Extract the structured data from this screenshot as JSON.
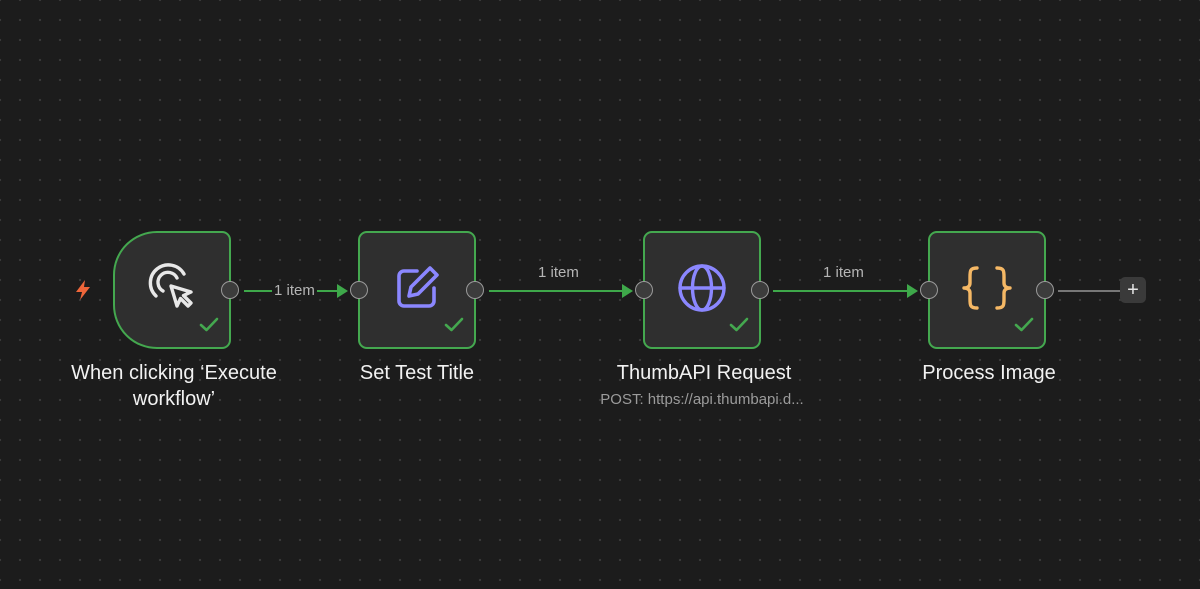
{
  "nodes": [
    {
      "id": "trigger",
      "title": "When clicking ‘Execute workflow’",
      "subtitle": "",
      "icon": "cursor-click-icon",
      "icon_color": "#e8e8e8",
      "status": "success"
    },
    {
      "id": "set",
      "title": "Set Test Title",
      "subtitle": "",
      "icon": "pencil-edit-icon",
      "icon_color": "#8b87ff",
      "status": "success"
    },
    {
      "id": "http",
      "title": "ThumbAPI Request",
      "subtitle": "POST: https://api.thumbapi.d...",
      "icon": "globe-icon",
      "icon_color": "#8b87ff",
      "status": "success"
    },
    {
      "id": "code",
      "title": "Process Image",
      "subtitle": "",
      "icon": "curly-braces-icon",
      "icon_color": "#f5b865",
      "status": "success"
    }
  ],
  "edges": [
    {
      "from": "trigger",
      "to": "set",
      "label": "1 item"
    },
    {
      "from": "set",
      "to": "http",
      "label": "1 item"
    },
    {
      "from": "http",
      "to": "code",
      "label": "1 item"
    }
  ],
  "add_button": {
    "label": "+"
  },
  "colors": {
    "success": "#44a84f",
    "edge": "#3ea84a",
    "trigger_bolt": "#f0663a",
    "canvas_bg": "#1c1c1c"
  }
}
